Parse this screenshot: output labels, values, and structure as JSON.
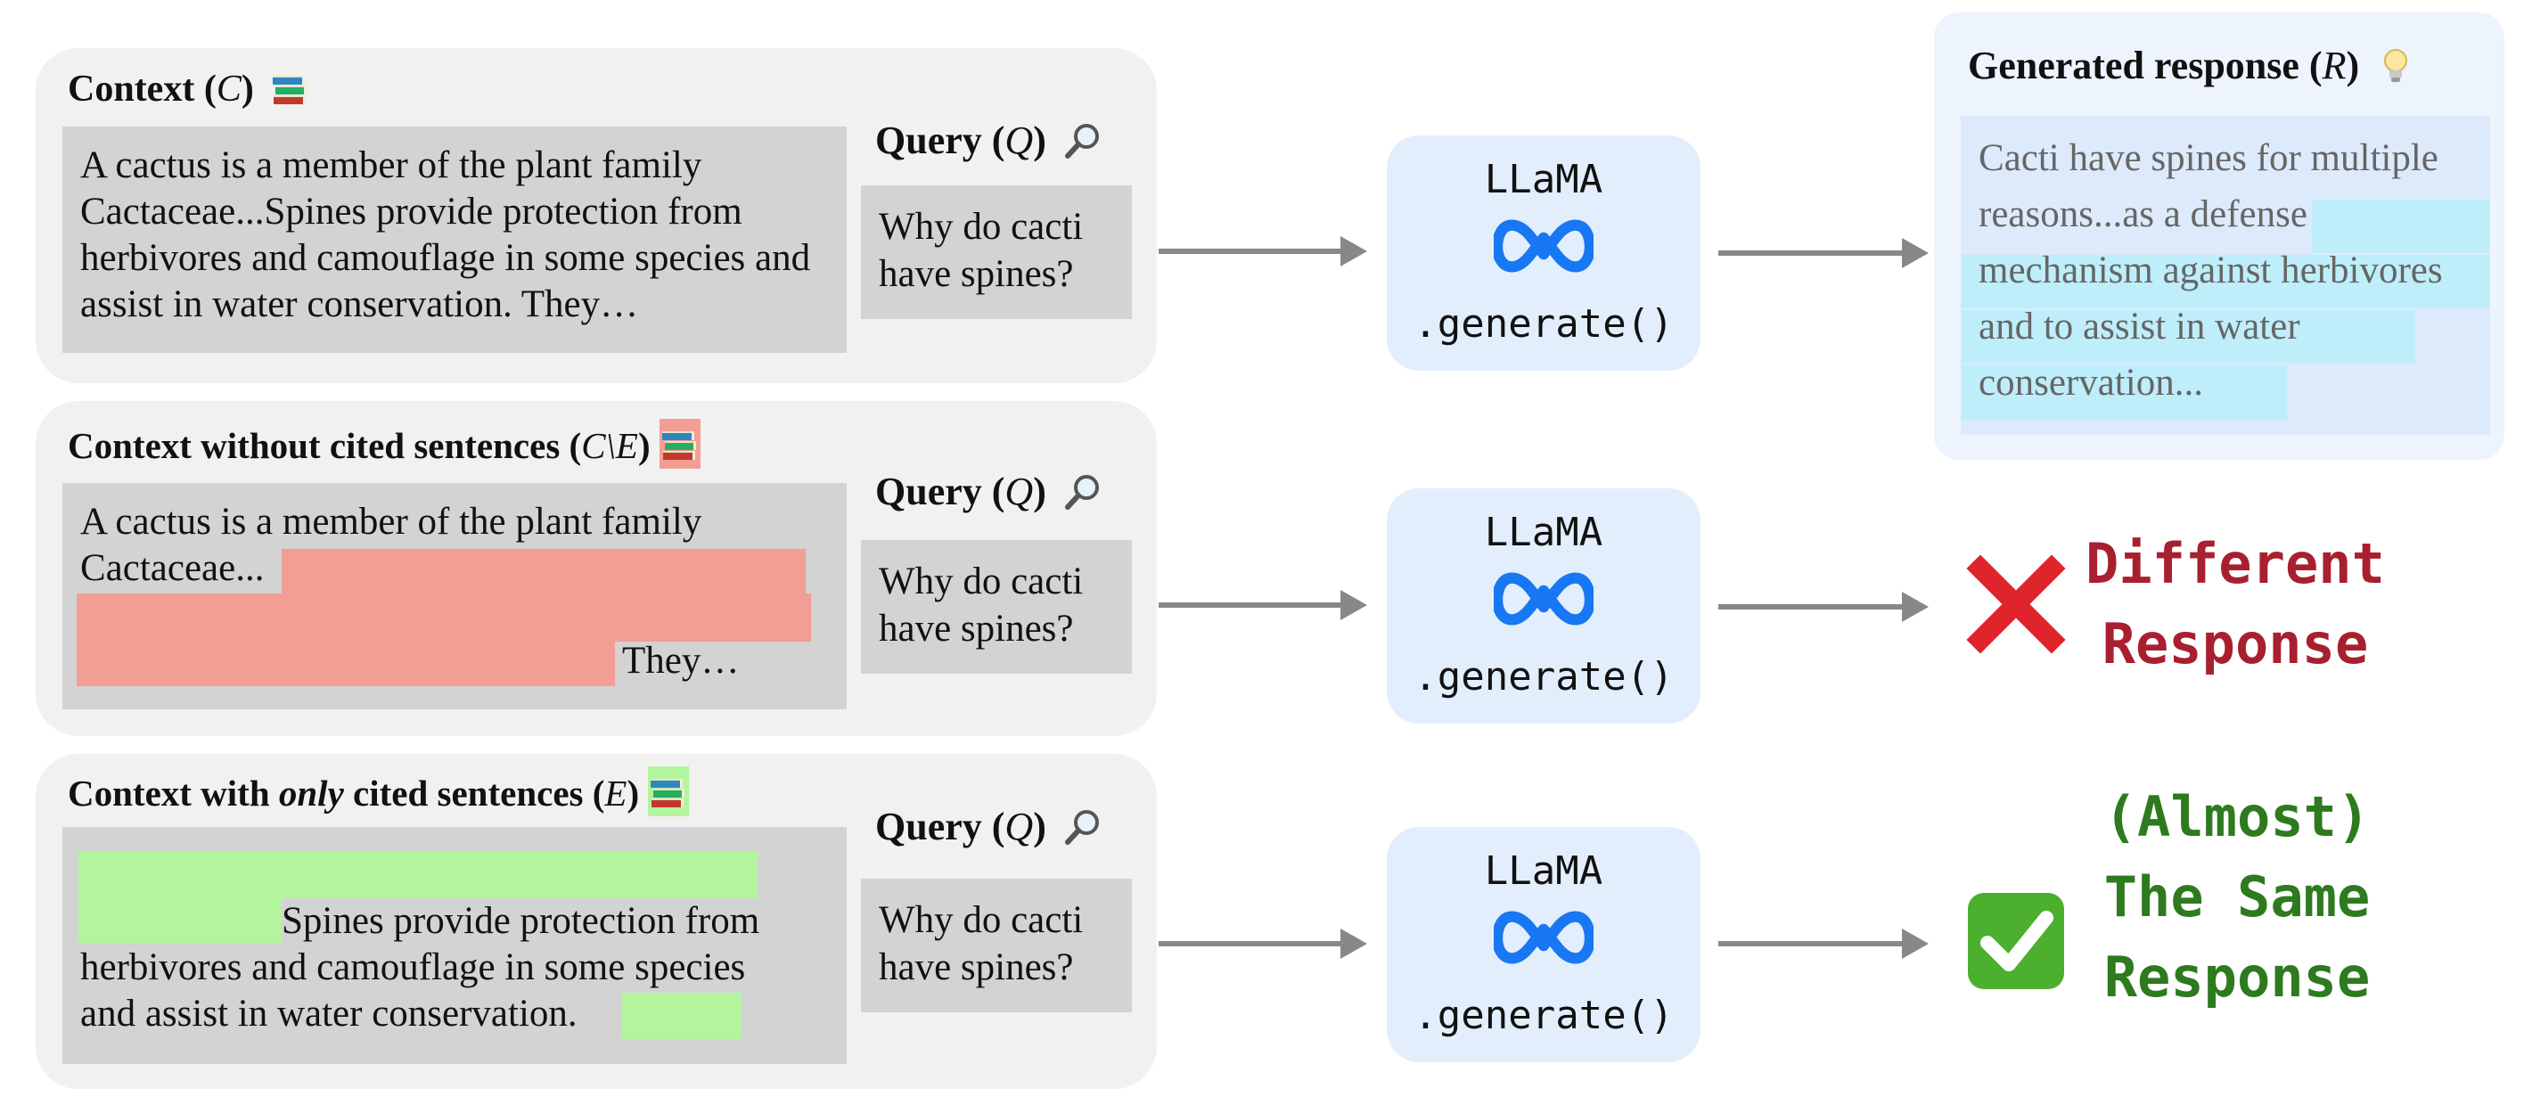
{
  "panels": [
    {
      "title_bold": "Context",
      "title_sym": "C",
      "context_text": "A cactus is a member of the plant family Cactaceae...Spines provide protection from herbivores and camouflage in some species and assist in water conservation. They…",
      "query_label": "Query",
      "query_sym": "Q",
      "query_text": "Why do cacti have spines?"
    },
    {
      "title_bold": "Context without cited sentences",
      "title_sym": "C\\E",
      "context_line1": "A cactus is a member of the plant family",
      "context_line2": "Cactaceae...",
      "context_line4": "They…",
      "query_label": "Query",
      "query_sym": "Q",
      "query_text": "Why do cacti have spines?"
    },
    {
      "title_bold_a": "Context with",
      "title_only": "only",
      "title_bold_b": "cited sentences",
      "title_sym": "E",
      "context_line2": "Spines provide protection from",
      "context_line3": "herbivores and camouflage in some species",
      "context_line4": "and assist in water conservation.",
      "query_label": "Query",
      "query_sym": "Q",
      "query_text": "Why do cacti have spines?"
    }
  ],
  "model": {
    "name": "LLaMA",
    "call": ".generate()"
  },
  "response": {
    "title_bold": "Generated response",
    "title_sym": "R",
    "text": "Cacti have spines for multiple reasons...as a defense mechanism against herbivores and to assist in water conservation..."
  },
  "verdicts": {
    "different_line1": "Different",
    "different_line2": "Response",
    "same_line1": "(Almost)",
    "same_line2": "The Same",
    "same_line3": "Response"
  },
  "colors": {
    "panel": "#f1f1f1",
    "removed": "#f29e94",
    "kept": "#b3f59c",
    "model_box": "#e2eefb",
    "response_highlight": "#bfeefb",
    "different": "#a8202f",
    "same": "#2e7a1e",
    "arrow": "#888888"
  },
  "icons": [
    "books-icon",
    "magnifier-icon",
    "meta-infinity-icon",
    "lightbulb-icon",
    "cross-mark-icon",
    "check-mark-icon"
  ]
}
